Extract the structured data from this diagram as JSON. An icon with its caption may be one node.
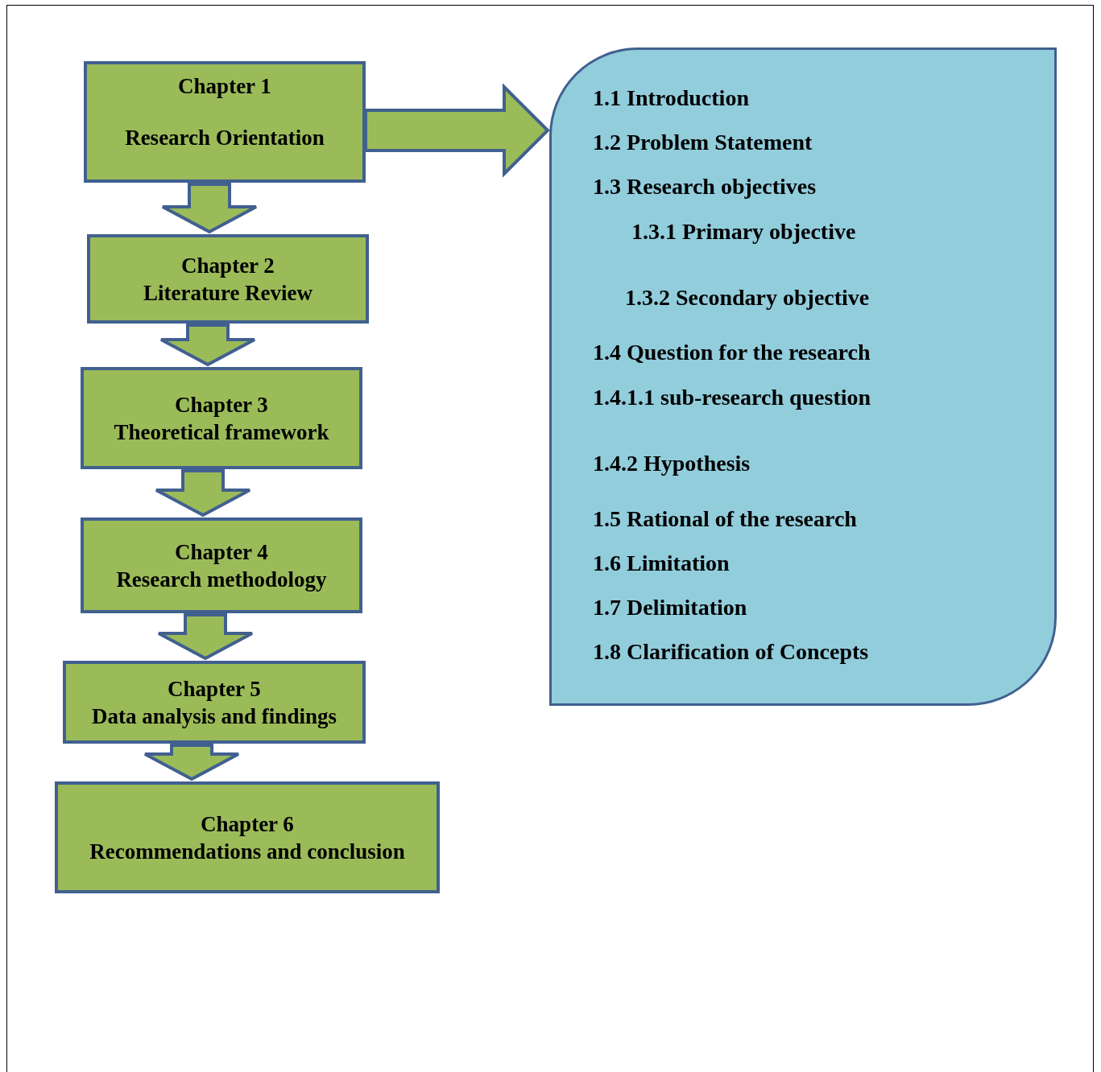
{
  "diagram": {
    "nodes": [
      {
        "text": [
          "Chapter 1",
          "Research Orientation"
        ]
      },
      {
        "text": [
          "Chapter 2",
          "Literature Review"
        ]
      },
      {
        "text": [
          "Chapter 3",
          "Theoretical framework"
        ]
      },
      {
        "text": [
          "Chapter 4",
          "Research methodology"
        ]
      },
      {
        "text": [
          "Chapter 5",
          "Data analysis and findings"
        ]
      },
      {
        "text": [
          "Chapter 6",
          "Recommendations and conclusion"
        ]
      },
      {
        "text": [
          "1.1 Introduction",
          "1.2 Problem Statement",
          "1.3 Research objectives",
          "1.3.1 Primary objective",
          "1.3.2 Secondary objective",
          "1.4 Question for the research",
          "1.4.1.1 sub-research question",
          "1.4.2 Hypothesis",
          "1.5 Rational of the research",
          "1.6 Limitation",
          "1.7 Delimitation",
          "1.8 Clarification of Concepts"
        ]
      }
    ],
    "edges": [
      {
        "from": 0,
        "to": 6,
        "arrow": "to"
      },
      {
        "from": 0,
        "to": 1,
        "arrow": "to"
      },
      {
        "from": 1,
        "to": 2,
        "arrow": "to"
      },
      {
        "from": 2,
        "to": 3,
        "arrow": "to"
      },
      {
        "from": 3,
        "to": 4,
        "arrow": "to"
      },
      {
        "from": 4,
        "to": 5,
        "arrow": "to"
      }
    ]
  }
}
